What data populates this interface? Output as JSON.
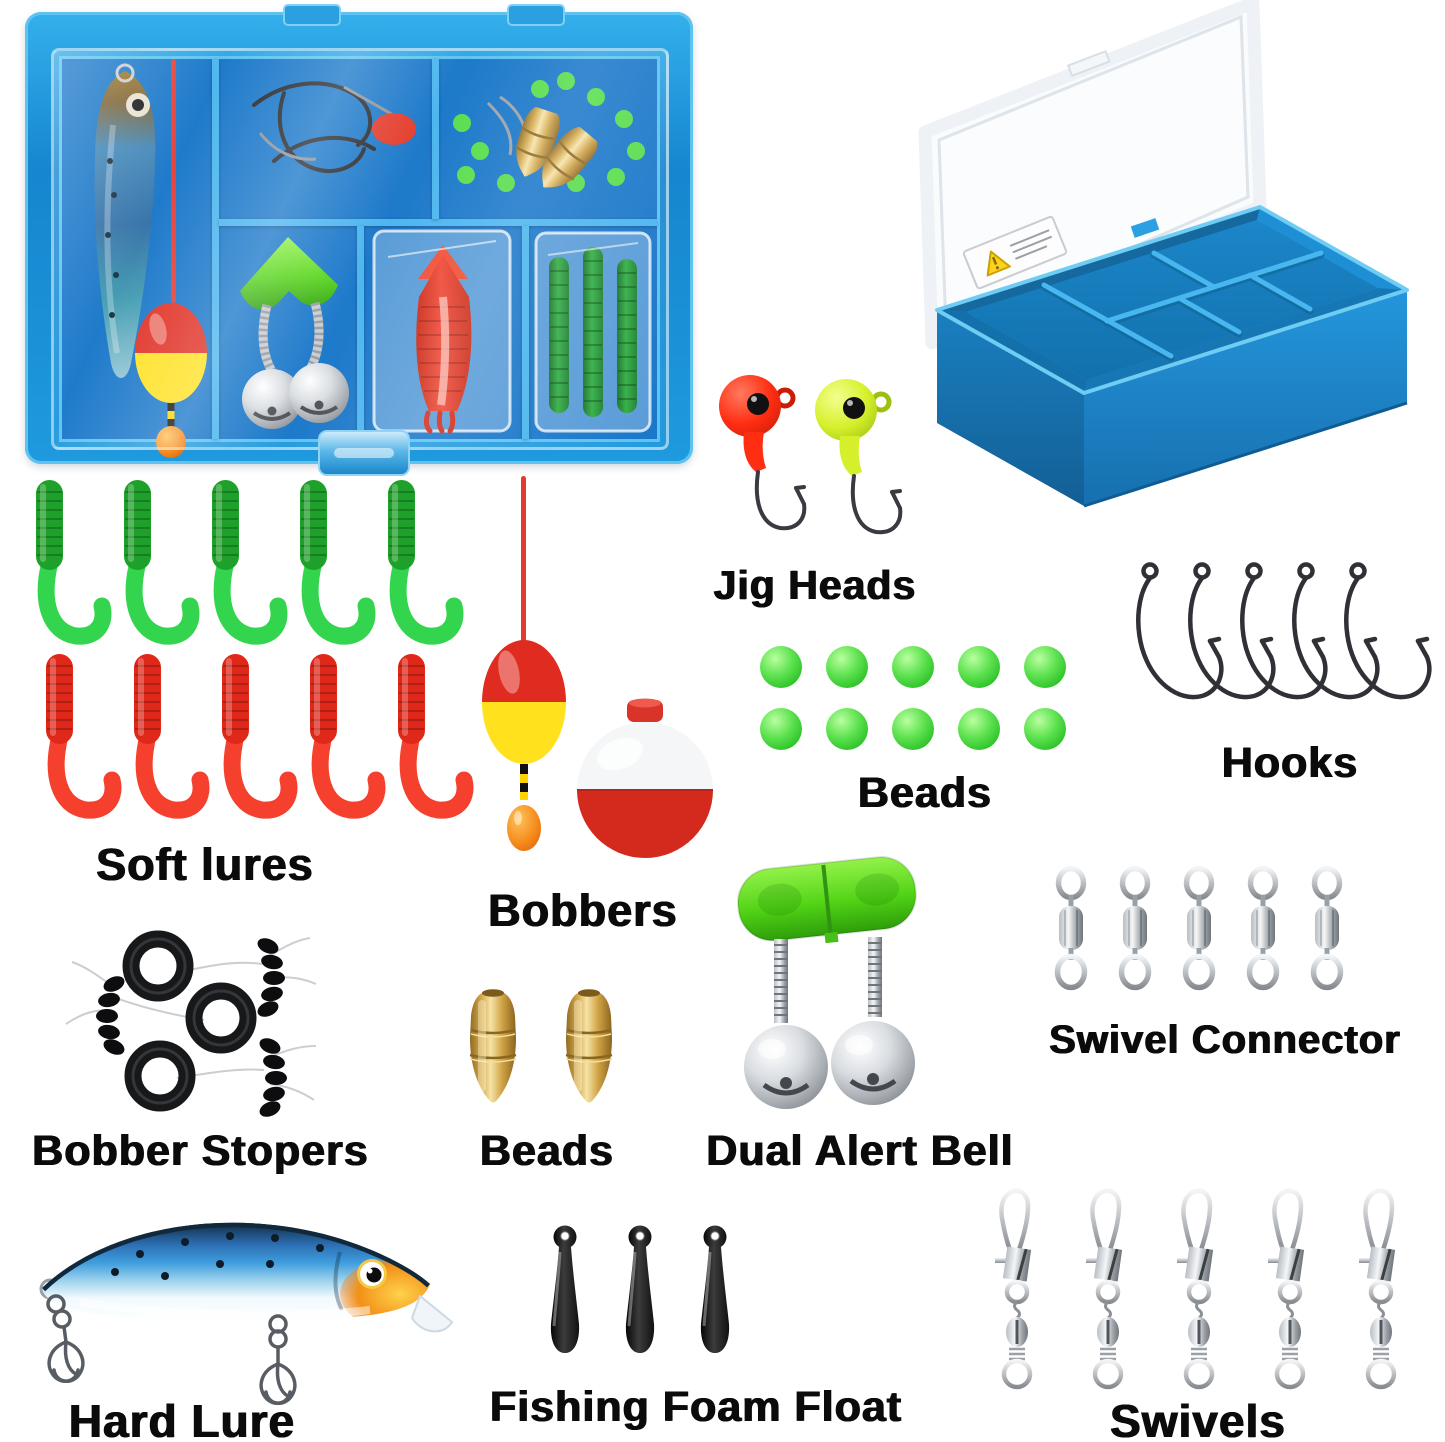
{
  "page": {
    "background": "#ffffff",
    "description": "Fishing tackle accessories kit collage"
  },
  "colors": {
    "box_blue": "#1f9ade",
    "box_blue_dark": "#1474c8",
    "box_divider_blue": "#46b4ee",
    "lure_green": "#1fa02b",
    "lure_green_bright": "#33d44e",
    "lure_red": "#e0281a",
    "lure_red_bright": "#f4402c",
    "jig_red": "#ff2d12",
    "jig_chartreuse": "#d6ef2b",
    "bead_green": "#5ce14e",
    "brass_gold": "#d4a94c",
    "float_red": "#e63a2e",
    "float_yellow": "#ffe11e",
    "bobber_red": "#d8342a",
    "bobber_white": "#ffffff",
    "bell_green": "#52d416",
    "metal_silver": "#aab0b6",
    "foam_black": "#111111",
    "label_text": "#0b0b0b"
  },
  "boxes": {
    "filled": {
      "name": "Tackle box filled with accessories",
      "compartments": 6
    },
    "empty": {
      "name": "Empty tackle box with open clear lid",
      "compartments": 6
    }
  },
  "sections": {
    "jig_heads": {
      "label": "Jig Heads",
      "count": 2
    },
    "soft_lures": {
      "label": "Soft lures",
      "green": {
        "count": 5
      },
      "red": {
        "count": 5
      }
    },
    "bobbers": {
      "label": "Bobbers",
      "count": 2
    },
    "beads_green": {
      "label": "Beads",
      "count": 10
    },
    "hooks": {
      "label": "Hooks",
      "count": 5
    },
    "swivel_connector": {
      "label": "Swivel Connector",
      "count": 5
    },
    "bobber_stopers": {
      "label": "Bobber Stopers",
      "count": 3
    },
    "beads_brass": {
      "label": "Beads",
      "count": 2
    },
    "dual_alert_bell": {
      "label": "Dual Alert Bell",
      "count": 1
    },
    "hard_lure": {
      "label": "Hard Lure",
      "count": 1
    },
    "fishing_foam_float": {
      "label": "Fishing Foam Float",
      "count": 3
    },
    "swivels": {
      "label": "Swivels",
      "count": 5
    }
  }
}
